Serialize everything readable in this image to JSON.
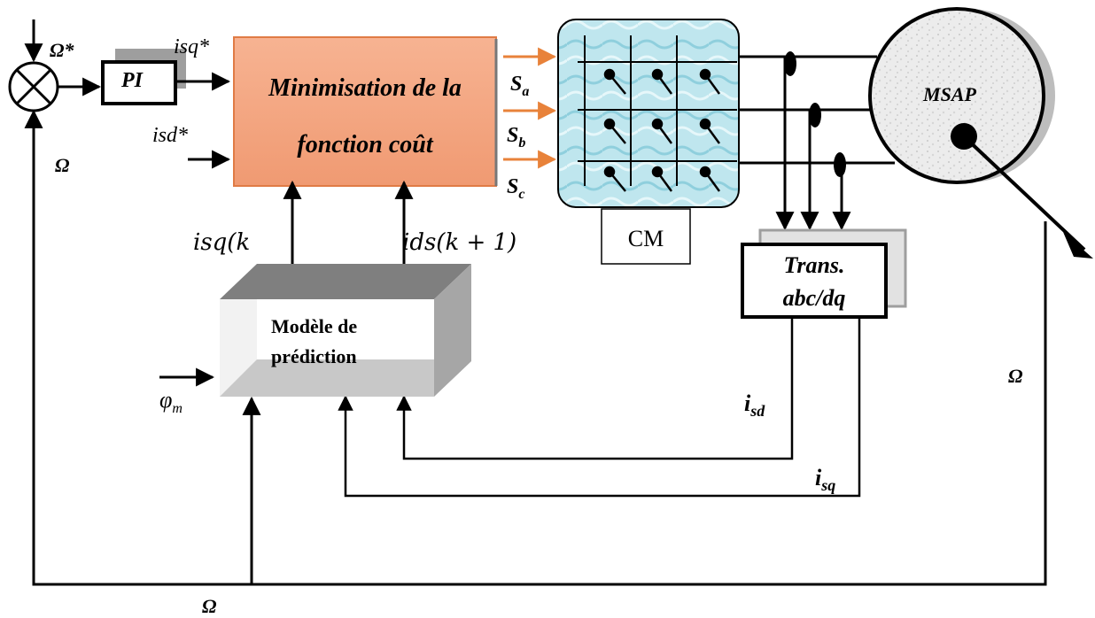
{
  "labels": {
    "omega_ref": "Ω*",
    "pi_block": "PI",
    "isq_ref": "isq*",
    "isd_ref": "isd*",
    "cost_line1": "Minimisation de la",
    "cost_line2": "fonction coût",
    "sa": "S",
    "sa_sub": "a",
    "sb": "S",
    "sb_sub": "b",
    "sc": "S",
    "sc_sub": "c",
    "cm": "CM",
    "msap": "MSAP",
    "trans_line1": "Trans.",
    "trans_line2": "abc/dq",
    "isq_k": "isq(k",
    "ids_k1": "ids(k + 1)",
    "model_line1": "Modèle de",
    "model_line2": "prédiction",
    "phi": "φ",
    "phi_sub": "m",
    "isd_fb": "i",
    "isd_fb_sub": "sd",
    "isq_fb": "i",
    "isq_fb_sub": "sq",
    "omega_left": "Ω",
    "omega_right": "Ω",
    "omega_bottom": "Ω"
  },
  "colors": {
    "cost_block": "#F4A582",
    "cost_block_border": "#E07B45",
    "switch_arrows": "#E8823A",
    "converter_bg": "#BFE6EE",
    "motor_shadow": "#BDBDBD",
    "box_shadow": "#9E9E9E"
  }
}
